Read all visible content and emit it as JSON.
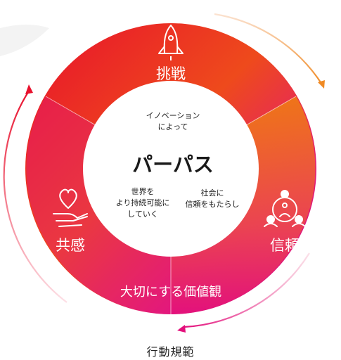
{
  "center": {
    "title": "パーパス",
    "top_line1": "イノベーション",
    "top_line2": "によって",
    "left_line1": "世界を",
    "left_line2": "より持続可能に",
    "left_line3": "していく",
    "right_line1": "社会に",
    "right_line2": "信頼をもたらし"
  },
  "values": {
    "challenge": {
      "label": "挑戦",
      "icon": "rocket-icon"
    },
    "empathy": {
      "label": "共感",
      "icon": "heart-hand-icon"
    },
    "trust": {
      "label": "信頼",
      "icon": "people-network-icon"
    }
  },
  "bottom_label": "大切にする価値観",
  "footer_label": "行動規範",
  "colors": {
    "red": "#e8112d",
    "orange": "#f08010",
    "magenta": "#e3107c",
    "arrow_orange": "#f08a24",
    "arrow_red": "#e8112d"
  }
}
